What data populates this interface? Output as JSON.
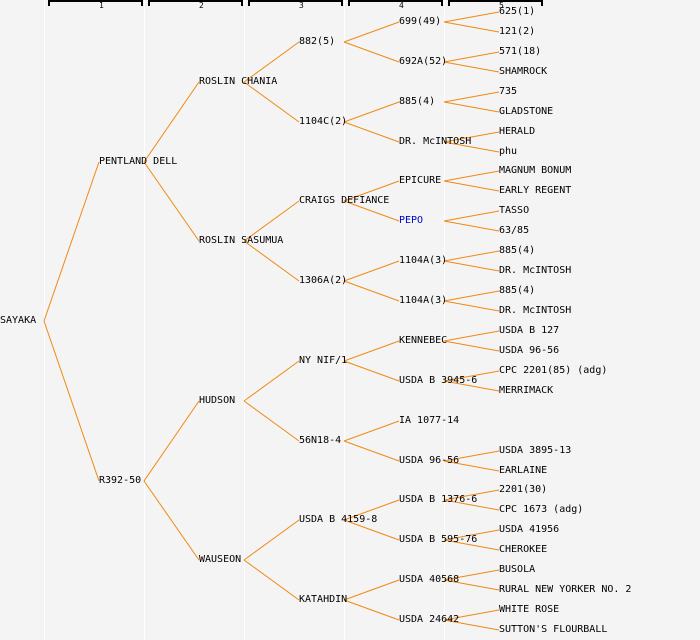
{
  "columns": [
    "1",
    "2",
    "3",
    "4",
    "5"
  ],
  "line_color": "#f08a10",
  "highlight_color": "#0000cc",
  "tree": {
    "name": "SAYAKA",
    "children": [
      {
        "name": "PENTLAND DELL",
        "children": [
          {
            "name": "ROSLIN CHANIA",
            "children": [
              {
                "name": "882(5)",
                "children": [
                  {
                    "name": "699(49)",
                    "children": [
                      {
                        "name": "625(1)"
                      },
                      {
                        "name": "121(2)"
                      }
                    ]
                  },
                  {
                    "name": "692A(52)",
                    "children": [
                      {
                        "name": "571(18)"
                      },
                      {
                        "name": "SHAMROCK"
                      }
                    ]
                  }
                ]
              },
              {
                "name": "1104C(2)",
                "children": [
                  {
                    "name": "885(4)",
                    "children": [
                      {
                        "name": "735"
                      },
                      {
                        "name": "GLADSTONE"
                      }
                    ]
                  },
                  {
                    "name": "DR. McINTOSH",
                    "children": [
                      {
                        "name": "HERALD"
                      },
                      {
                        "name": "phu"
                      }
                    ]
                  }
                ]
              }
            ]
          },
          {
            "name": "ROSLIN SASUMUA",
            "children": [
              {
                "name": "CRAIGS DEFIANCE",
                "children": [
                  {
                    "name": "EPICURE",
                    "children": [
                      {
                        "name": "MAGNUM BONUM"
                      },
                      {
                        "name": "EARLY REGENT"
                      }
                    ]
                  },
                  {
                    "name": "PEPO",
                    "highlight": true,
                    "children": [
                      {
                        "name": "TASSO"
                      },
                      {
                        "name": "63/85"
                      }
                    ]
                  }
                ]
              },
              {
                "name": "1306A(2)",
                "children": [
                  {
                    "name": "1104A(3)",
                    "children": [
                      {
                        "name": "885(4)"
                      },
                      {
                        "name": "DR. McINTOSH"
                      }
                    ]
                  },
                  {
                    "name": "1104A(3)",
                    "children": [
                      {
                        "name": "885(4)"
                      },
                      {
                        "name": "DR. McINTOSH"
                      }
                    ]
                  }
                ]
              }
            ]
          }
        ]
      },
      {
        "name": "R392-50",
        "children": [
          {
            "name": "HUDSON",
            "children": [
              {
                "name": "NY NIF/1",
                "children": [
                  {
                    "name": "KENNEBEC",
                    "children": [
                      {
                        "name": "USDA B 127"
                      },
                      {
                        "name": "USDA 96-56"
                      }
                    ]
                  },
                  {
                    "name": "USDA B 3945-6",
                    "children": [
                      {
                        "name": "CPC 2201(85) (adg)"
                      },
                      {
                        "name": "MERRIMACK"
                      }
                    ]
                  }
                ]
              },
              {
                "name": "56N18-4",
                "children": [
                  {
                    "name": "IA 1077-14",
                    "children": []
                  },
                  {
                    "name": "USDA 96-56",
                    "children": [
                      {
                        "name": "USDA 3895-13"
                      },
                      {
                        "name": "EARLAINE"
                      }
                    ]
                  }
                ]
              }
            ]
          },
          {
            "name": "WAUSEON",
            "children": [
              {
                "name": "USDA B 4159-8",
                "children": [
                  {
                    "name": "USDA B 1376-6",
                    "children": [
                      {
                        "name": "2201(30)"
                      },
                      {
                        "name": "CPC 1673 (adg)"
                      }
                    ]
                  },
                  {
                    "name": "USDA B 595-76",
                    "children": [
                      {
                        "name": "USDA 41956"
                      },
                      {
                        "name": "CHEROKEE"
                      }
                    ]
                  }
                ]
              },
              {
                "name": "KATAHDIN",
                "children": [
                  {
                    "name": "USDA 40568",
                    "children": [
                      {
                        "name": "BUSOLA"
                      },
                      {
                        "name": "RURAL NEW YORKER NO. 2"
                      }
                    ]
                  },
                  {
                    "name": "USDA 24642",
                    "children": [
                      {
                        "name": "WHITE ROSE"
                      },
                      {
                        "name": "SUTTON'S FLOURBALL"
                      }
                    ]
                  }
                ]
              }
            ]
          }
        ]
      }
    ]
  }
}
